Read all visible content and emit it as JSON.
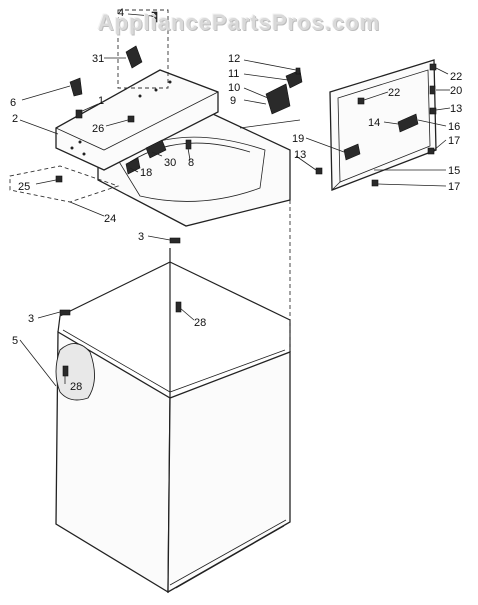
{
  "watermark": "AppliancePartsPros.com",
  "callouts": {
    "n4": "4",
    "n31": "31",
    "n6": "6",
    "n1": "1",
    "n2": "2",
    "n26": "26",
    "n25": "25",
    "n18": "18",
    "n30": "30",
    "n8": "8",
    "n24": "24",
    "n12": "12",
    "n11": "11",
    "n10": "10",
    "n9": "9",
    "n22a": "22",
    "n22b": "22",
    "n20": "20",
    "n13a": "13",
    "n13b": "13",
    "n14": "14",
    "n16": "16",
    "n17a": "17",
    "n17b": "17",
    "n19": "19",
    "n15": "15",
    "n3a": "3",
    "n3b": "3",
    "n28a": "28",
    "n28b": "28",
    "n5": "5"
  }
}
